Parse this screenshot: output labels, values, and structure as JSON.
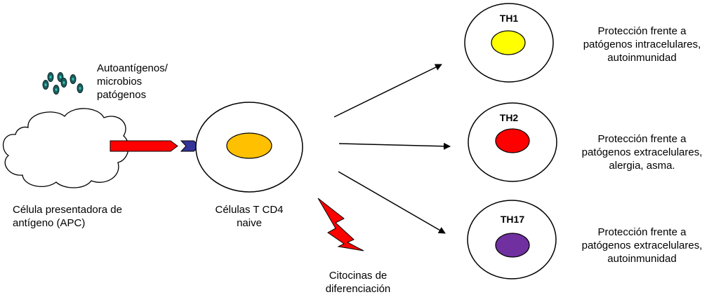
{
  "antigens_label": "Autoantígenos/\nmicrobios\npatógenos",
  "apc_label": "Célula presentadora de\nantígeno (APC)",
  "naive_label": "Células T CD4\nnaive",
  "cytokines_label": "Citocinas de\ndiferenciación",
  "subsets": [
    {
      "name": "TH1",
      "nucleus_color": "#ffff00",
      "function": "Protección frente a\npatógenos intracelulares,\nautoinmunidad"
    },
    {
      "name": "TH2",
      "nucleus_color": "#ff0000",
      "function": "Protección frente a\npatógenos extracelulares,\nalergia, asma."
    },
    {
      "name": "TH17",
      "nucleus_color": "#7030a0",
      "function": "Protección frente a\npatógenos extracelulares,\nautoinmunidad"
    }
  ],
  "colors": {
    "naive_nucleus": "#ffc000",
    "arrow_red": "#ff0000",
    "connector_blue": "#333399",
    "microbe_fill": "#1f5c5c",
    "microbe_spot": "#2ec4b6",
    "lightning": "#ff0000"
  }
}
